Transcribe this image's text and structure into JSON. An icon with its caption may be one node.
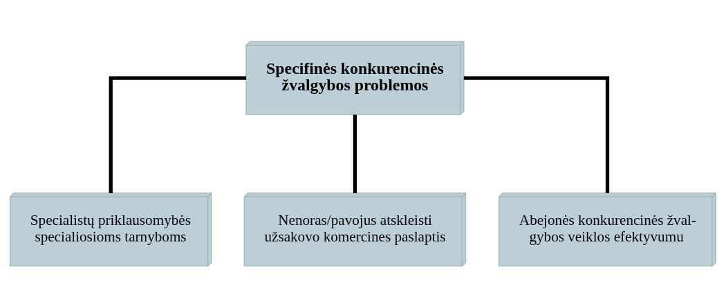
{
  "diagram": {
    "nodes": [
      {
        "text": [
          "Specifinės konkurencinės žvalgybos problemos"
        ]
      },
      {
        "text": [
          "Specialistų priklausomybės specialiosioms tarnyboms"
        ]
      },
      {
        "text": [
          "Nenoras/pavojus atskleisti užsakovo komercines paslaptis"
        ]
      },
      {
        "text": [
          "Abejonės konkurencinės žval- gybos veiklos efektyvumu"
        ]
      }
    ],
    "edges": [
      {
        "from": 0,
        "to": 1,
        "arrow": "none"
      },
      {
        "from": 0,
        "to": 2,
        "arrow": "none"
      },
      {
        "from": 0,
        "to": 3,
        "arrow": "none"
      }
    ]
  }
}
